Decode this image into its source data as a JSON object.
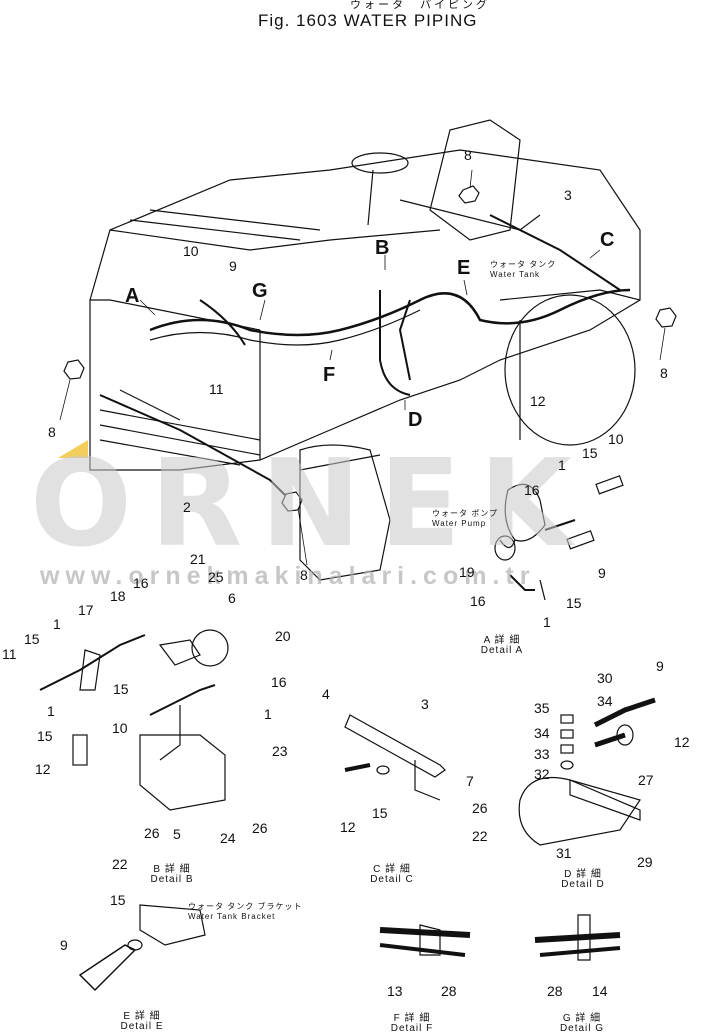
{
  "header": {
    "title_jp": "ウォータ　パイピング",
    "title": "Fig. 1603   WATER PIPING"
  },
  "watermark": {
    "logo_text": "ORNEK",
    "url": "www.ornekmakinalari.com.tr"
  },
  "main_labels": {
    "detail_letters": [
      "A",
      "B",
      "C",
      "D",
      "E",
      "F",
      "G"
    ],
    "water_tank_jp": "ウォータ タンク",
    "water_tank": "Water Tank",
    "water_pump_jp": "ウォータ ポンプ",
    "water_pump": "Water Pump",
    "water_tank_bracket_jp": "ウォータ タンク ブラケット",
    "water_tank_bracket": "Water Tank Bracket"
  },
  "callouts": [
    "1",
    "2",
    "3",
    "4",
    "5",
    "6",
    "7",
    "8",
    "9",
    "10",
    "11",
    "12",
    "13",
    "14",
    "15",
    "16",
    "17",
    "18",
    "19",
    "20",
    "21",
    "22",
    "23",
    "24",
    "25",
    "26",
    "27",
    "28",
    "29",
    "30",
    "31",
    "32",
    "33",
    "34",
    "35"
  ],
  "details": [
    {
      "jp": "A 詳 細",
      "en": "Detail  A"
    },
    {
      "jp": "B 詳 細",
      "en": "Detail  B"
    },
    {
      "jp": "C 詳 細",
      "en": "Detail  C"
    },
    {
      "jp": "D 詳 細",
      "en": "Detail  D"
    },
    {
      "jp": "E 詳 細",
      "en": "Detail  E"
    },
    {
      "jp": "F 詳 細",
      "en": "Detail  F"
    },
    {
      "jp": "G 詳 細",
      "en": "Detail  G"
    }
  ]
}
